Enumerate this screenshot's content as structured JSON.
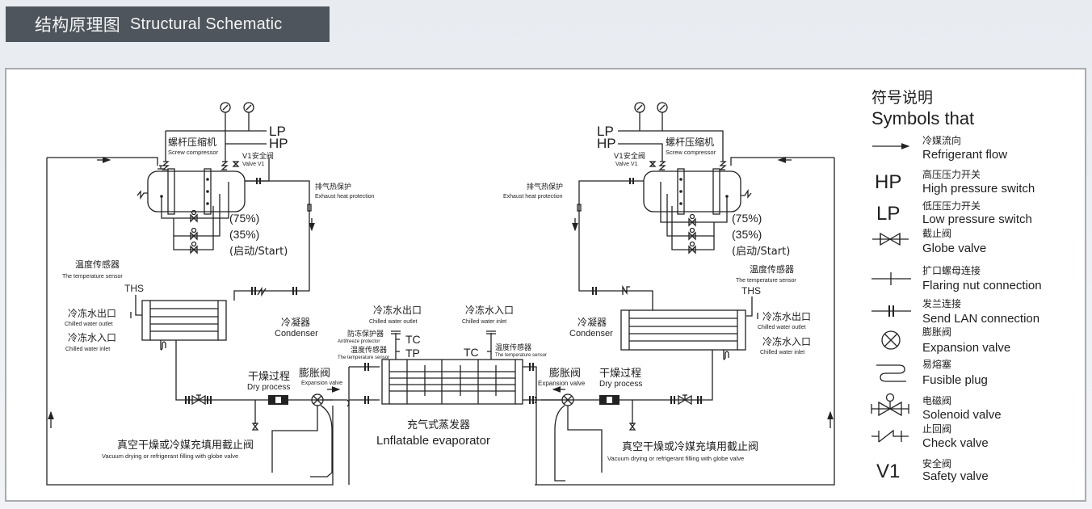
{
  "header": {
    "title_cn": "结构原理图",
    "title_en": "Structural Schematic"
  },
  "legend": {
    "title_cn": "符号说明",
    "title_en": "Symbols that",
    "items": [
      {
        "icon": "arrow-right-icon",
        "symbol": "",
        "cn": "冷媒流向",
        "en": "Refrigerant flow"
      },
      {
        "icon": "text-symbol",
        "symbol": "HP",
        "cn": "高压压力开关",
        "en": "High pressure switch"
      },
      {
        "icon": "text-symbol",
        "symbol": "LP",
        "cn": "低压压力开关",
        "en": "Low pressure switch"
      },
      {
        "icon": "globe-valve-icon",
        "symbol": "",
        "cn": "截止阀",
        "en": "Globe valve"
      },
      {
        "icon": "flaring-nut-icon",
        "symbol": "",
        "cn": "扩口螺母连接",
        "en": "Flaring nut connection"
      },
      {
        "icon": "flange-icon",
        "symbol": "",
        "cn": "发兰连接",
        "en": "Send LAN connection"
      },
      {
        "icon": "expansion-valve-icon",
        "symbol": "",
        "cn": "膨胀阀",
        "en": "Expansion valve"
      },
      {
        "icon": "fusible-plug-icon",
        "symbol": "",
        "cn": "易熔塞",
        "en": "Fusible plug"
      },
      {
        "icon": "solenoid-valve-icon",
        "symbol": "",
        "cn": "电磁阀",
        "en": "Solenoid valve"
      },
      {
        "icon": "check-valve-icon",
        "symbol": "",
        "cn": "止回阀",
        "en": "Check valve"
      },
      {
        "icon": "text-symbol",
        "symbol": "V1",
        "cn": "安全阀",
        "en": "Safety valve"
      }
    ]
  },
  "labels": {
    "lp": "LP",
    "hp": "HP",
    "compressor_cn": "螺杆压缩机",
    "compressor_en": "Screw compressor",
    "safety_valve_cn": "V1安全阀",
    "safety_valve_en": "Valve V1",
    "exhaust_cn": "排气热保护",
    "exhaust_en": "Exhaust heat protection",
    "load_75": "(75%)",
    "load_35": "(35%)",
    "load_start": "(启动/Start)",
    "temp_sensor_cn": "温度传感器",
    "temp_sensor_en": "The temperature sensor",
    "ths": "THS",
    "water_outlet_cn": "冷冻水出口",
    "water_outlet_en": "Chilled water outlet",
    "water_inlet_cn": "冷冻水入口",
    "water_inlet_en": "Chilled water inlet",
    "condenser_cn": "冷凝器",
    "condenser_en": "Condenser",
    "antifreeze_cn": "防冻保护器",
    "antifreeze_en": "Antifreeze protector",
    "tc": "TC",
    "tp": "TP",
    "dry_cn": "干燥过程",
    "dry_en": "Dry process",
    "expansion_cn": "膨胀阀",
    "expansion_en": "Expansion valve",
    "vacuum_cn": "真空干燥或冷媒充填用截止阀",
    "vacuum_en": "Vacuum drying or refrigerant filling with globe valve",
    "evaporator_cn": "充气式蒸发器",
    "evaporator_en": "Lnflatable evaporator"
  }
}
